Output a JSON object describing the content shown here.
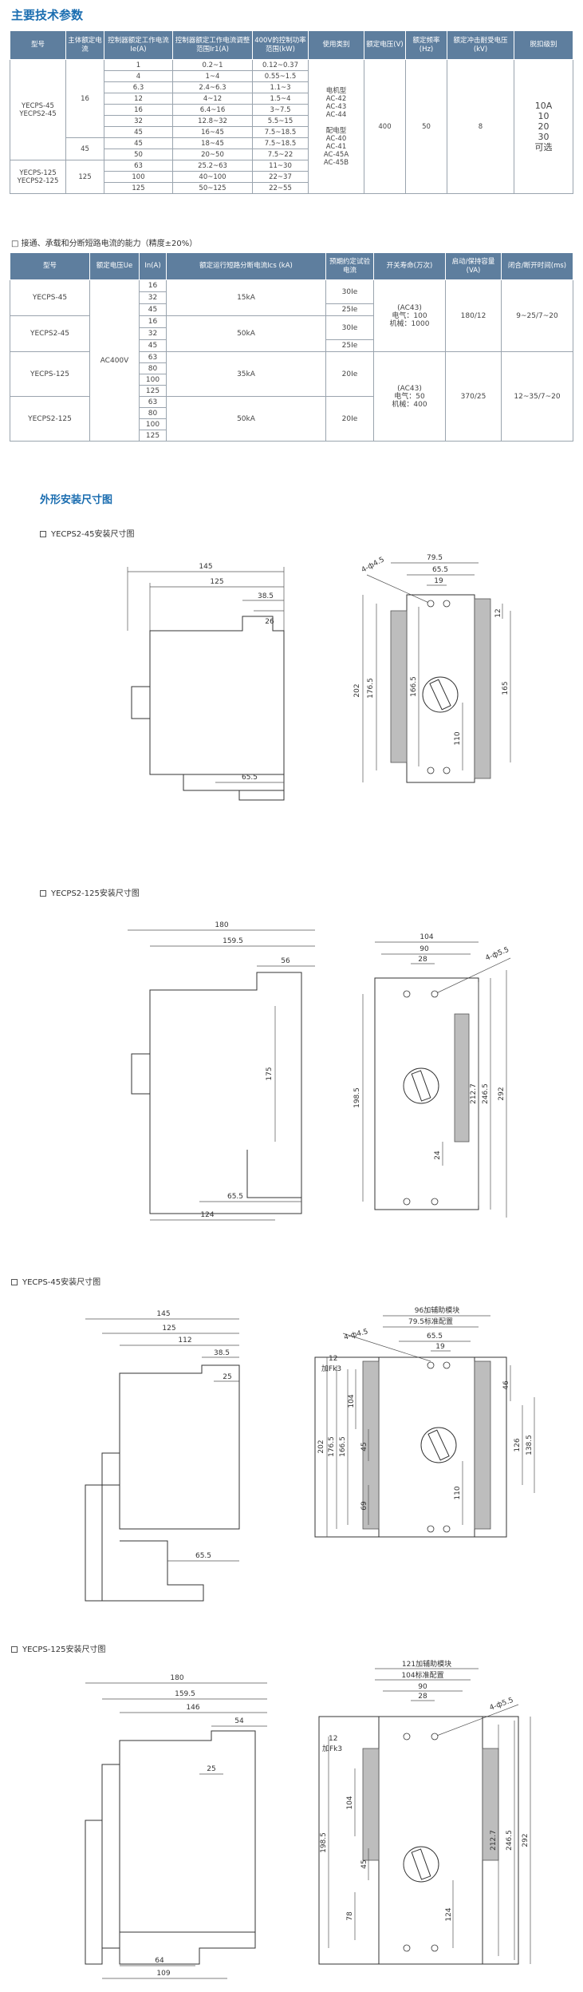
{
  "title_main": "主要技术参数",
  "table1": {
    "headers": [
      "型号",
      "主体额定电流",
      "控制器额定工作电流Ie(A)",
      "控制器额定工作电流调整范围Ir1(A)",
      "400V的控制功率范围(kW)",
      "使用类别",
      "额定电压(V)",
      "额定频率(Hz)",
      "额定冲击耐受电压(kV)",
      "脱扣级别"
    ],
    "model_a": "YECPS-45\nYECPS2-45",
    "model_b": "YECPS-125\nYECPS2-125",
    "frame_16": "16",
    "frame_45": "45",
    "frame_125": "125",
    "rows": [
      {
        "ie": "1",
        "range": "0.2~1",
        "power": "0.12~0.37"
      },
      {
        "ie": "4",
        "range": "1~4",
        "power": "0.55~1.5"
      },
      {
        "ie": "6.3",
        "range": "2.4~6.3",
        "power": "1.1~3"
      },
      {
        "ie": "12",
        "range": "4~12",
        "power": "1.5~4"
      },
      {
        "ie": "16",
        "range": "6.4~16",
        "power": "3~7.5"
      },
      {
        "ie": "32",
        "range": "12.8~32",
        "power": "5.5~15"
      },
      {
        "ie": "45",
        "range": "16~45",
        "power": "7.5~18.5"
      },
      {
        "ie": "45",
        "range": "18~45",
        "power": "7.5~18.5"
      },
      {
        "ie": "50",
        "range": "20~50",
        "power": "7.5~22"
      },
      {
        "ie": "63",
        "range": "25.2~63",
        "power": "11~30"
      },
      {
        "ie": "100",
        "range": "40~100",
        "power": "22~37"
      },
      {
        "ie": "125",
        "range": "50~125",
        "power": "22~55"
      }
    ],
    "category": "电机型\nAC-42\nAC-43\nAC-44\n\n配电型\nAC-40\nAC-41\nAC-45A\nAC-45B",
    "voltage": "400",
    "frequency": "50",
    "impulse": "8",
    "trip_class": "10A\n10\n20\n30\n可选"
  },
  "note": "□ 接通、承载和分断短路电流的能力（精度±20%）",
  "table2": {
    "headers": [
      "型号",
      "额定电压Ue",
      "In(A)",
      "额定运行短路分断电流Ics (kA)",
      "预期约定试验电流",
      "开关寿命(万次)",
      "启动/保持容量(VA)",
      "闭合/断开时间(ms)"
    ],
    "voltage": "AC400V",
    "groups": [
      {
        "model": "YECPS-45",
        "ins": [
          "16",
          "32",
          "45"
        ],
        "ics": "15kA",
        "test": [
          "30Ie",
          "25Ie"
        ]
      },
      {
        "model": "YECPS2-45",
        "ins": [
          "16",
          "32",
          "45"
        ],
        "ics": "50kA",
        "test": [
          "30Ie",
          "25Ie"
        ]
      },
      {
        "model": "YECPS-125",
        "ins": [
          "63",
          "80",
          "100",
          "125"
        ],
        "ics": "35kA",
        "test": [
          "20Ie"
        ]
      },
      {
        "model": "YECPS2-125",
        "ins": [
          "63",
          "80",
          "100",
          "125"
        ],
        "ics": "50kA",
        "test": [
          "20Ie"
        ]
      }
    ],
    "life_45": "(AC43)\n电气：100\n机械：1000",
    "life_125": "(AC43)\n电气：50\n机械：400",
    "va_45": "180/12",
    "va_125": "370/25",
    "time_45": "9~25/7~20",
    "time_125": "12~35/7~20"
  },
  "dims_title": "外形安装尺寸图",
  "dwg1": {
    "caption": "YECPS2-45安装尺寸图",
    "side": {
      "w_total": "145",
      "w_125": "125",
      "w_38": "38.5",
      "w_26": "26",
      "w_65": "65.5"
    },
    "front": {
      "w_79": "79.5",
      "w_65": "65.5",
      "w_19": "19",
      "hole": "4-ф4.5",
      "h_202": "202",
      "h_176": "176.5",
      "h_166": "166.5",
      "h_110": "110",
      "h_165": "165",
      "h_12": "12"
    }
  },
  "dwg2": {
    "caption": "YECPS2-125安装尺寸图",
    "side": {
      "w_180": "180",
      "w_159": "159.5",
      "w_56": "56",
      "h_175": "175",
      "w_65": "65.5",
      "w_124": "124"
    },
    "front": {
      "w_104": "104",
      "w_90": "90",
      "w_28": "28",
      "hole": "4-ф5.5",
      "h_198": "198.5",
      "h_212": "212.7",
      "h_246": "246.5",
      "h_292": "292",
      "h_24": "24"
    }
  },
  "dwg3": {
    "caption": "YECPS-45安装尺寸图",
    "side": {
      "w_145": "145",
      "w_125": "125",
      "w_112": "112",
      "w_38": "38.5",
      "w_25": "25",
      "w_65": "65.5"
    },
    "front": {
      "aux": "96加辅助模块",
      "std": "79.5标准配置",
      "w_65": "65.5",
      "w_19": "19",
      "hole": "4-ф4.5",
      "w_12": "12",
      "fk": "加Fk3",
      "h_202": "202",
      "h_176": "176.5",
      "h_166": "166.5",
      "h_104": "104",
      "h_45": "45",
      "h_69": "69",
      "h_110": "110",
      "h_46": "46",
      "h_126": "126",
      "h_138": "138.5"
    }
  },
  "dwg4": {
    "caption": "YECPS-125安装尺寸图",
    "side": {
      "w_180": "180",
      "w_159": "159.5",
      "w_146": "146",
      "w_54": "54",
      "w_25": "25",
      "w_64": "64",
      "w_109": "109"
    },
    "front": {
      "aux": "121加辅助模块",
      "std": "104标准配置",
      "w_90": "90",
      "w_28": "28",
      "hole": "4-ф5.5",
      "w_12": "12",
      "fk": "加Fk3",
      "h_198": "198.5",
      "h_104": "104",
      "h_45": "45",
      "h_78": "78",
      "h_124": "124",
      "h_212": "212.7",
      "h_246": "246.5",
      "h_292": "292"
    }
  }
}
